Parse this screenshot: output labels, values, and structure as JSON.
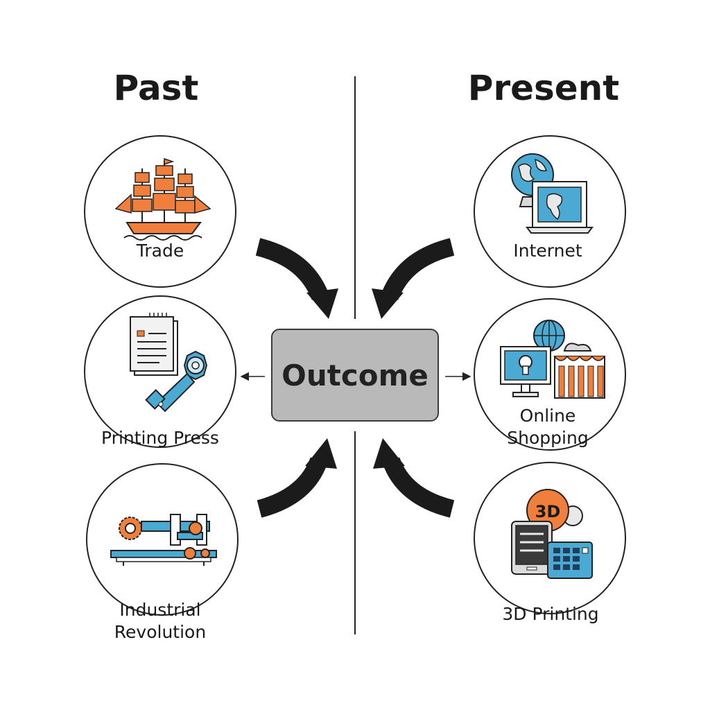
{
  "headings": {
    "past": "Past",
    "present": "Present"
  },
  "center": {
    "label": "Outcome"
  },
  "past_items": [
    {
      "label": "Trade",
      "icon": "ship-icon"
    },
    {
      "label": "Printing Press",
      "icon": "printing-press-icon"
    },
    {
      "label": "Industrial\nRevolution",
      "icon": "industrial-machine-icon"
    }
  ],
  "present_items": [
    {
      "label": "Internet",
      "icon": "globe-laptop-icon"
    },
    {
      "label": "Online\nShopping",
      "icon": "online-shopping-icon"
    },
    {
      "label": "3D Printing",
      "icon": "3d-printer-icon"
    }
  ],
  "icon_text": {
    "badge_3d": "3D"
  },
  "colors": {
    "orange": "#f07f3c",
    "blue": "#4aaad4",
    "outline": "#222222",
    "box_fill": "#b9b9b9"
  }
}
